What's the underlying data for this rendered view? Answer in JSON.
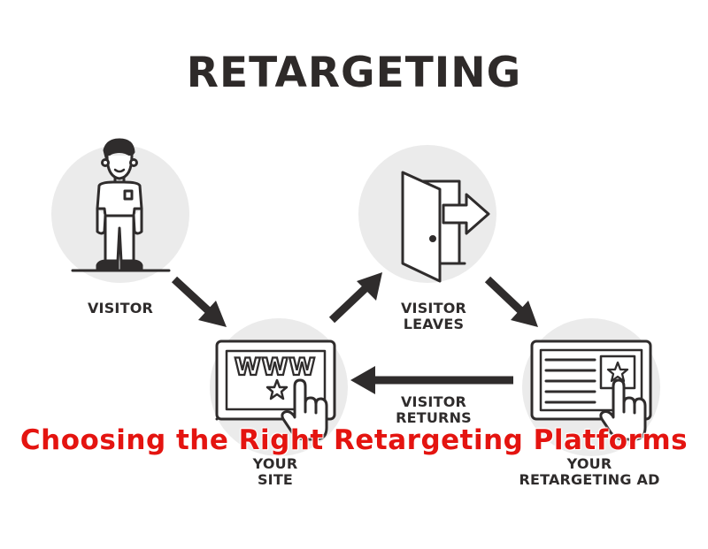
{
  "diagram": {
    "title": "RETARGETING",
    "steps": {
      "visitor": "VISITOR",
      "visitor_leaves_line1": "VISITOR",
      "visitor_leaves_line2": "LEAVES",
      "visitor_returns_line1": "VISITOR",
      "visitor_returns_line2": "RETURNS",
      "your_site_line1": "YOUR",
      "your_site_line2": "SITE",
      "your_ad_line1": "YOUR",
      "your_ad_line2": "RETARGETING AD"
    },
    "browser_text": "WWW"
  },
  "overlay_caption": "Choosing the Right Retargeting Platforms",
  "colors": {
    "ink": "#2f2c2c",
    "circle": "#ebebeb",
    "caption": "#e41410",
    "white": "#ffffff"
  }
}
